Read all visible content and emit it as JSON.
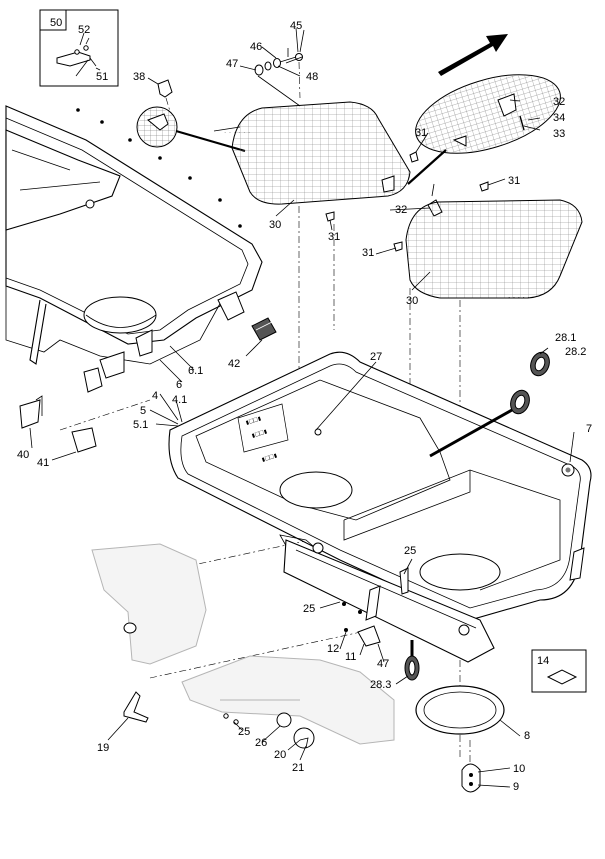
{
  "callouts": {
    "c50": "50",
    "c52": "52",
    "c51": "51",
    "c45": "45",
    "c46": "46",
    "c47a": "47",
    "c48": "48",
    "c38": "38",
    "c32a": "32",
    "c34": "34",
    "c33": "33",
    "c31a": "31",
    "c31b": "31",
    "c31c": "31",
    "c31d": "31",
    "c30a": "30",
    "c30b": "30",
    "c32b": "32",
    "c28_1": "28.1",
    "c28_2": "28.2",
    "c28_3": "28.3",
    "c27": "27",
    "c42": "42",
    "c6_1": "6.1",
    "c6": "6",
    "c4": "4",
    "c4_1": "4.1",
    "c5": "5",
    "c5_1": "5.1",
    "c40": "40",
    "c41": "41",
    "c7": "7",
    "c25a": "25",
    "c25b": "25",
    "c25c": "25",
    "c12": "12",
    "c11": "11",
    "c47b": "47",
    "c14": "14",
    "c19": "19",
    "c26": "26",
    "c20": "20",
    "c21": "21",
    "c8": "8",
    "c10": "10",
    "c9": "9"
  },
  "direction_arrow": "arrow-up-right"
}
